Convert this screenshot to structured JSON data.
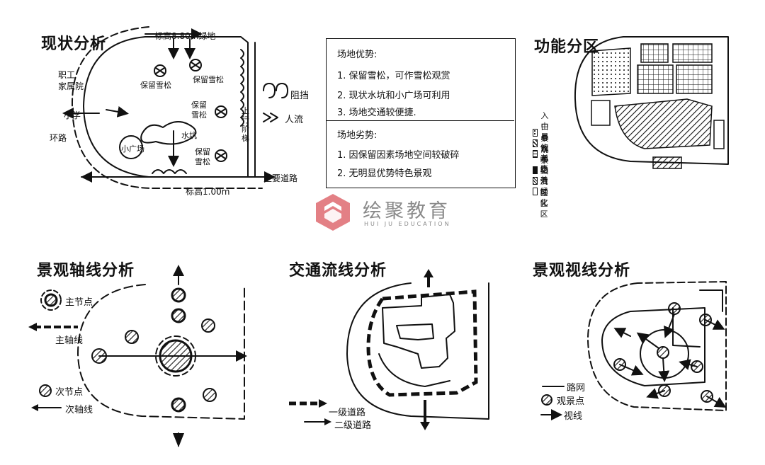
{
  "panels": {
    "status": {
      "title": "现状分析",
      "labels": {
        "elev_top": "标高8.80m绿地",
        "staff": "职工\n家属院",
        "school": "小学",
        "ring_road": "环路",
        "cedar1": "保留雪松",
        "cedar2": "保留雪松",
        "cedar3": "保留\n雪松",
        "cedar4": "保留\n雪松",
        "pit": "水坑",
        "small_square": "小广场",
        "stairs": "上行阶梯",
        "main_road": "主要道路",
        "elev_bottom": "标高1.00m",
        "block": "阻挡",
        "people": "人流"
      }
    },
    "site": {
      "advantages_title": "场地优势:",
      "advantages": [
        "1. 保留雪松，可作雪松观赏",
        "2. 现状水坑和小广场可利用",
        "3. 场地交通较便捷."
      ],
      "disadvantages_title": "场地劣势:",
      "disadvantages": [
        "1. 因保留因素场地空间较破碎",
        "2. 无明显优势特色景观"
      ]
    },
    "function": {
      "title": "功能分区",
      "legend": [
        {
          "label": "入口景观",
          "pattern": "dots"
        },
        {
          "label": "中心水景",
          "pattern": "hatch"
        },
        {
          "label": "景观小山",
          "pattern": "grid"
        },
        {
          "label": "休闲交流区",
          "pattern": "solid"
        },
        {
          "label": "老幼活动区",
          "pattern": "cross"
        },
        {
          "label": "康养绿化区",
          "pattern": "empty"
        }
      ]
    },
    "axis": {
      "title": "景观轴线分析",
      "main_node": "主节点",
      "main_axis": "主轴线",
      "sub_node": "次节点",
      "sub_axis": "次轴线"
    },
    "traffic": {
      "title": "交通流线分析",
      "primary_road": "一级道路",
      "secondary_road": "二级道路"
    },
    "view": {
      "title": "景观视线分析",
      "road_net": "路网",
      "view_point": "观景点",
      "sight": "视线"
    }
  },
  "logo": {
    "cn": "绘聚教育",
    "en": "HUI JU EDUCATION",
    "color": "#d9555c"
  }
}
